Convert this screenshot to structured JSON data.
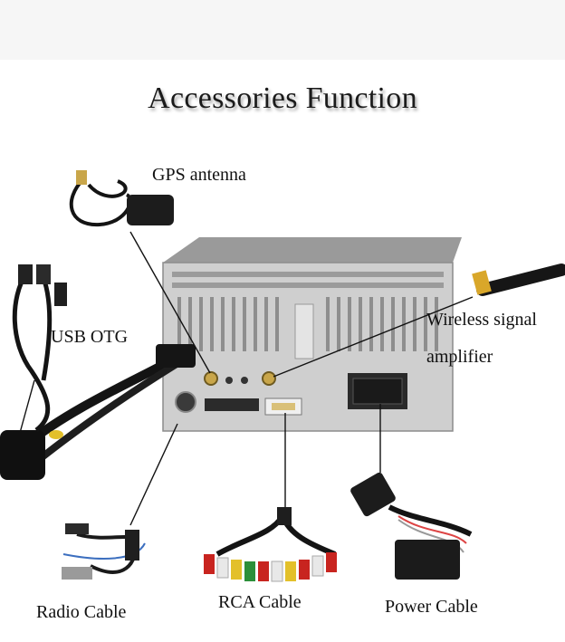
{
  "title": "Accessories Function",
  "labels": {
    "gps": "GPS antenna",
    "usb": "USB OTG",
    "wireless_line1": "Wireless signal",
    "wireless_line2": "amplifier",
    "radio": "Radio Cable",
    "rca": "RCA Cable",
    "power": "Power Cable"
  },
  "colors": {
    "unit_body": "#c9c9c9",
    "cable": "#141414",
    "antenna_tip": "#d9a72a",
    "rca_red": "#c8241f",
    "rca_white": "#e8e8e8",
    "rca_yellow": "#e3c02a",
    "rca_green": "#2c8f3a"
  }
}
